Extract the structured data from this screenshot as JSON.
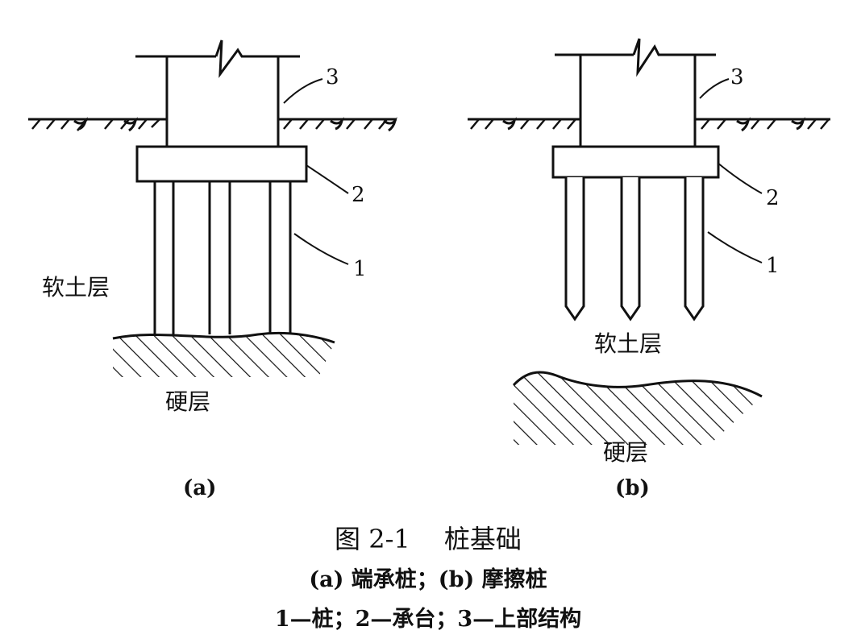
{
  "diagram_a": {
    "label_3": "3",
    "label_2": "2",
    "label_1": "1",
    "soft_layer": "软土层",
    "hard_layer": "硬层",
    "sublabel": "(a)"
  },
  "diagram_b": {
    "label_3": "3",
    "label_2": "2",
    "label_1": "1",
    "soft_layer": "软土层",
    "hard_layer": "硬层",
    "sublabel": "(b)"
  },
  "caption": {
    "title": "图 2-1　 桩基础",
    "line1": "(a) 端承桩；(b) 摩擦桩",
    "line2": "1—桩；2—承台；3—上部结构"
  }
}
